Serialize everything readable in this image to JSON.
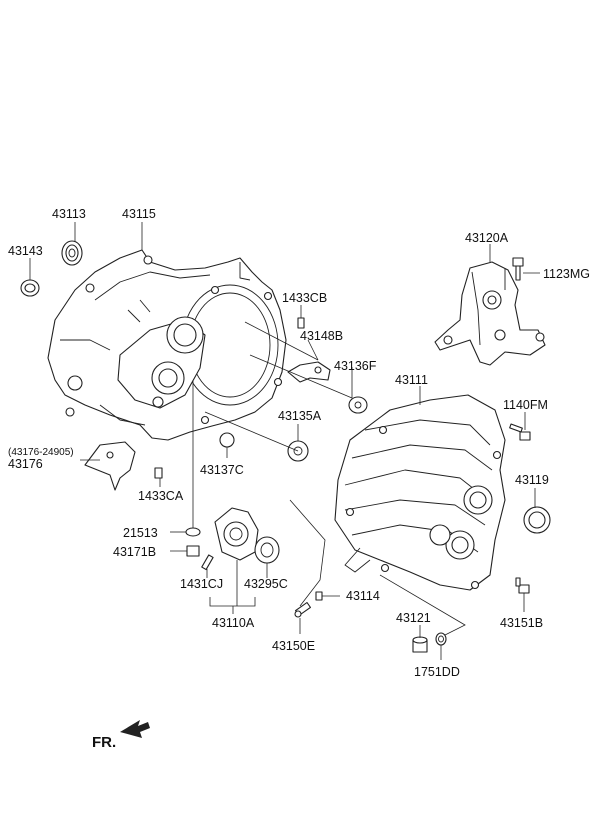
{
  "labels": {
    "p43113": "43113",
    "p43115": "43115",
    "p43143": "43143",
    "p43120A": "43120A",
    "p1123MG": "1123MG",
    "p1433CB": "1433CB",
    "p43148B": "43148B",
    "p43136F": "43136F",
    "p43111": "43111",
    "p1140FM": "1140FM",
    "p43135A": "43135A",
    "p43176_ref": "(43176-24905)",
    "p43176": "43176",
    "p43137C": "43137C",
    "p1433CA": "1433CA",
    "p43119": "43119",
    "p21513": "21513",
    "p43171B": "43171B",
    "p1431CJ": "1431CJ",
    "p43295C": "43295C",
    "p43114": "43114",
    "p43110A": "43110A",
    "p43150E": "43150E",
    "p43151B": "43151B",
    "p43121": "43121",
    "p1751DD": "1751DD",
    "fr": "FR."
  }
}
